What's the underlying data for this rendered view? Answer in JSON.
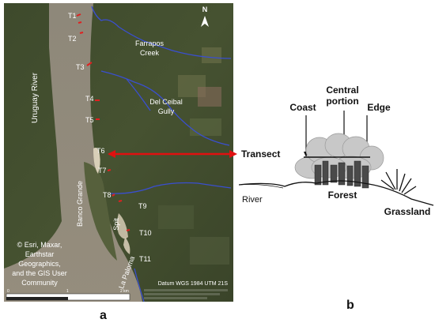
{
  "panel_a": {
    "letter": "a",
    "transects": [
      "T1",
      "T2",
      "T3",
      "T4",
      "T5",
      "T6",
      "T7",
      "T8",
      "T9",
      "T10",
      "T11"
    ],
    "features": {
      "river": "Uruguay River",
      "creek_1": "Farrapos",
      "creek_2": "Creek",
      "gully_1": "Del Ceibal",
      "gully_2": "Gully",
      "banco": "Banco Grande",
      "spit": "Spit",
      "paloma": "La Paloma"
    },
    "north": "N",
    "attribution": [
      "© Esri, Maxar,",
      "Earthstar",
      "Geographics,",
      "and the GIS User",
      "Community"
    ],
    "datum": "Datum WGS 1984 UTM 21S",
    "scale_labels": [
      "0",
      "1",
      "2 km"
    ]
  },
  "panel_b": {
    "letter": "b",
    "transect": "Transect",
    "coast": "Coast",
    "central_1": "Central",
    "central_2": "portion",
    "edge": "Edge",
    "river": "River",
    "forest": "Forest",
    "grassland": "Grassland"
  },
  "colors": {
    "arrow": "#e01010",
    "marker": "#e02020",
    "stream": "#3a4fd0",
    "river_water": "#8f8a7a"
  }
}
